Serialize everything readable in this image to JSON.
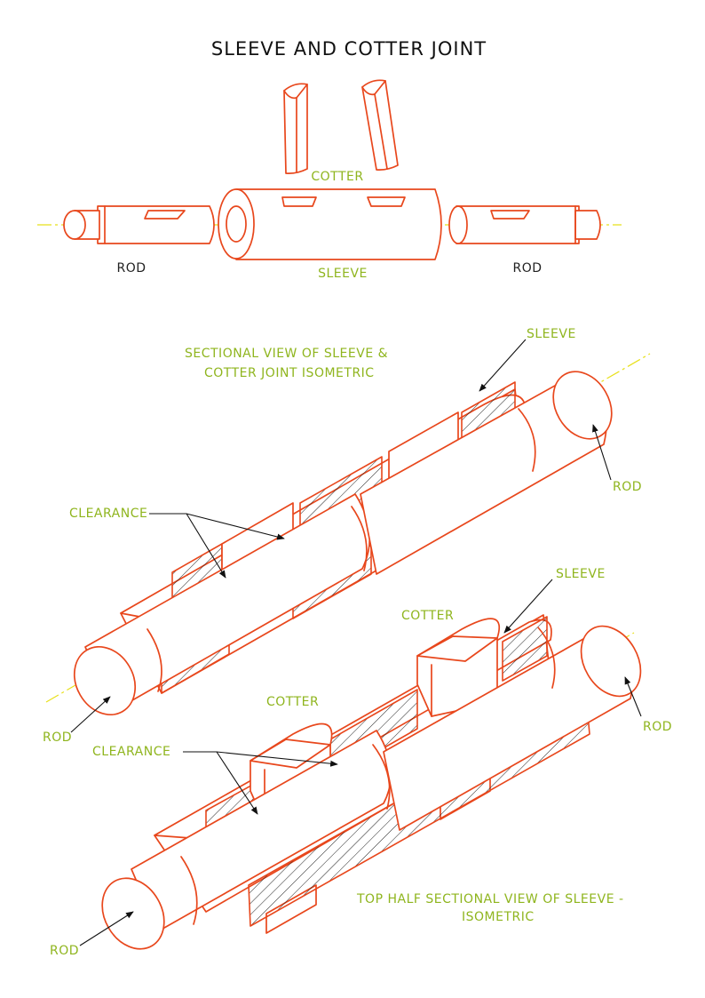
{
  "drawing": {
    "title": "SLEEVE AND COTTER JOINT",
    "colors": {
      "edge": "#e8471c",
      "centerline": "#e8e01a",
      "label_green": "#8fb51e",
      "label_dark": "#222222"
    }
  },
  "exploded": {
    "cotter": "COTTER",
    "sleeve": "SLEEVE",
    "rod_left": "ROD",
    "rod_right": "ROD"
  },
  "section_full": {
    "caption_line1": "SECTIONAL VIEW OF SLEEVE &",
    "caption_line2": "COTTER JOINT ISOMETRIC",
    "sleeve": "SLEEVE",
    "rod_right": "ROD",
    "rod_left": "ROD",
    "clearance": "CLEARANCE"
  },
  "section_half": {
    "sleeve": "SLEEVE",
    "cotter_top": "COTTER",
    "cotter_left": "COTTER",
    "clearance": "CLEARANCE",
    "rod_right": "ROD",
    "rod_left": "ROD",
    "caption_line1": "TOP HALF SECTIONAL VIEW OF SLEEVE -",
    "caption_line2": "ISOMETRIC"
  }
}
